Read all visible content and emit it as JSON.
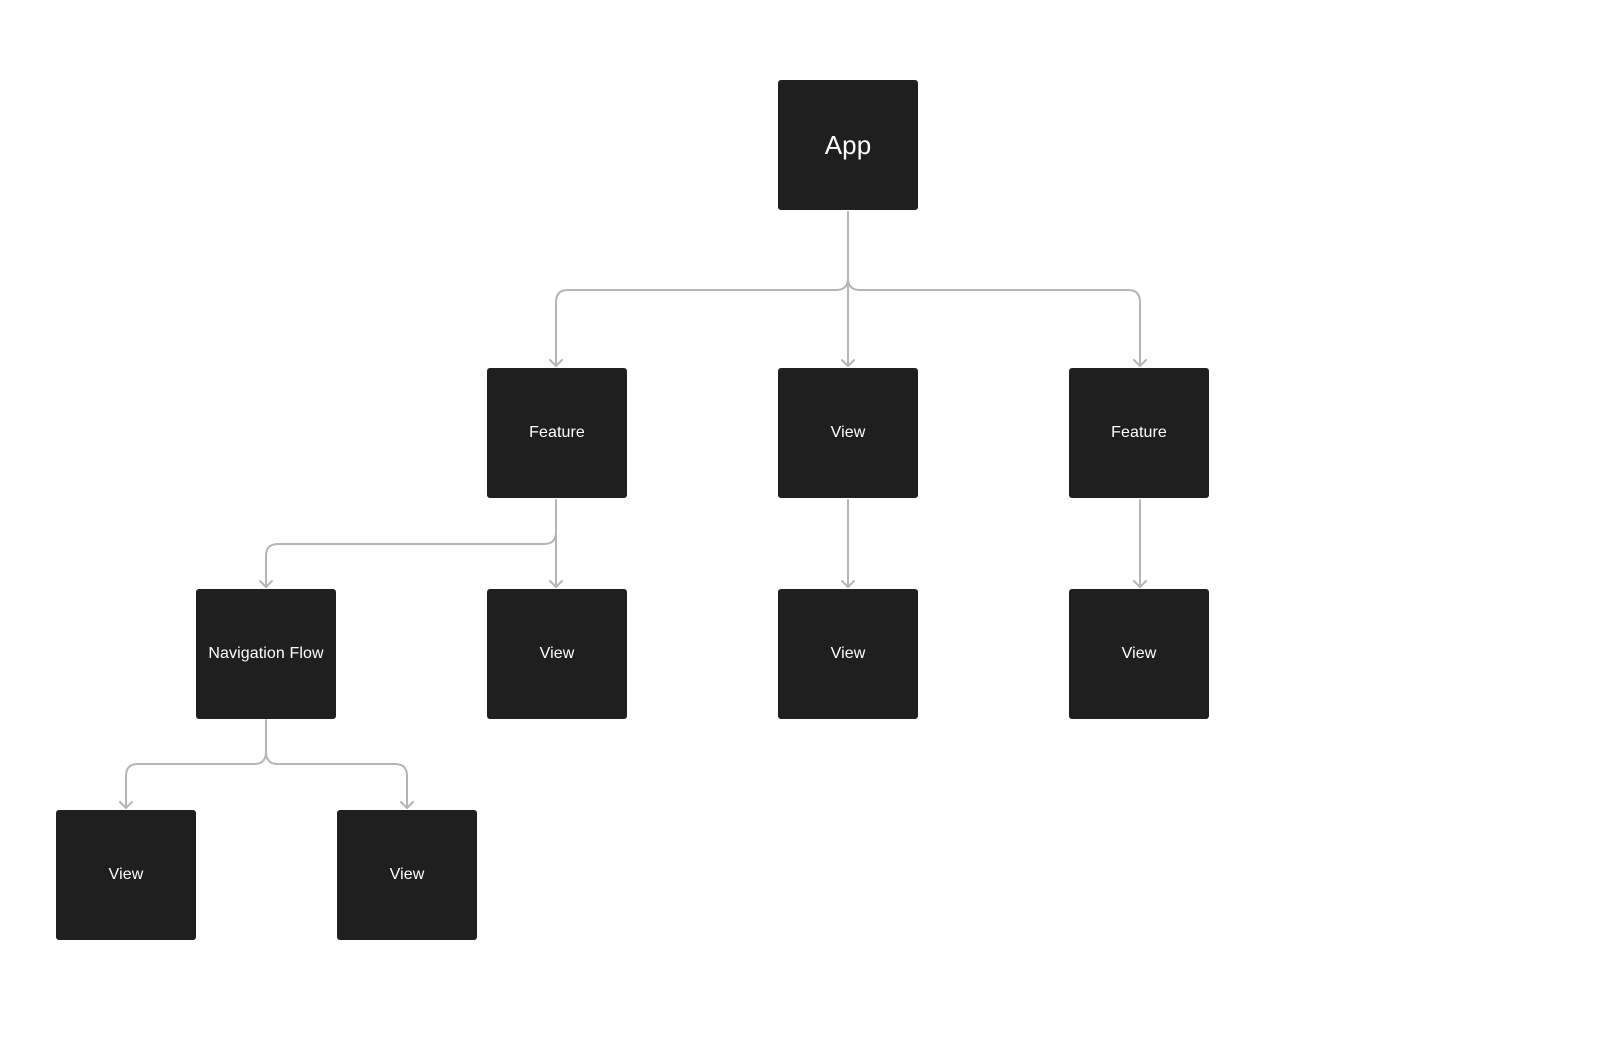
{
  "tree": {
    "root": {
      "label": "App"
    },
    "level1": [
      {
        "label": "Feature"
      },
      {
        "label": "View"
      },
      {
        "label": "Feature"
      }
    ],
    "level2": [
      {
        "label": "Navigation Flow"
      },
      {
        "label": "View"
      },
      {
        "label": "View"
      },
      {
        "label": "View"
      }
    ],
    "level3": [
      {
        "label": "View"
      },
      {
        "label": "View"
      }
    ]
  },
  "colors": {
    "node_fill": "#1f1f1f",
    "node_text": "#ffffff",
    "connector": "#b5b5b5",
    "background": "#ffffff"
  }
}
